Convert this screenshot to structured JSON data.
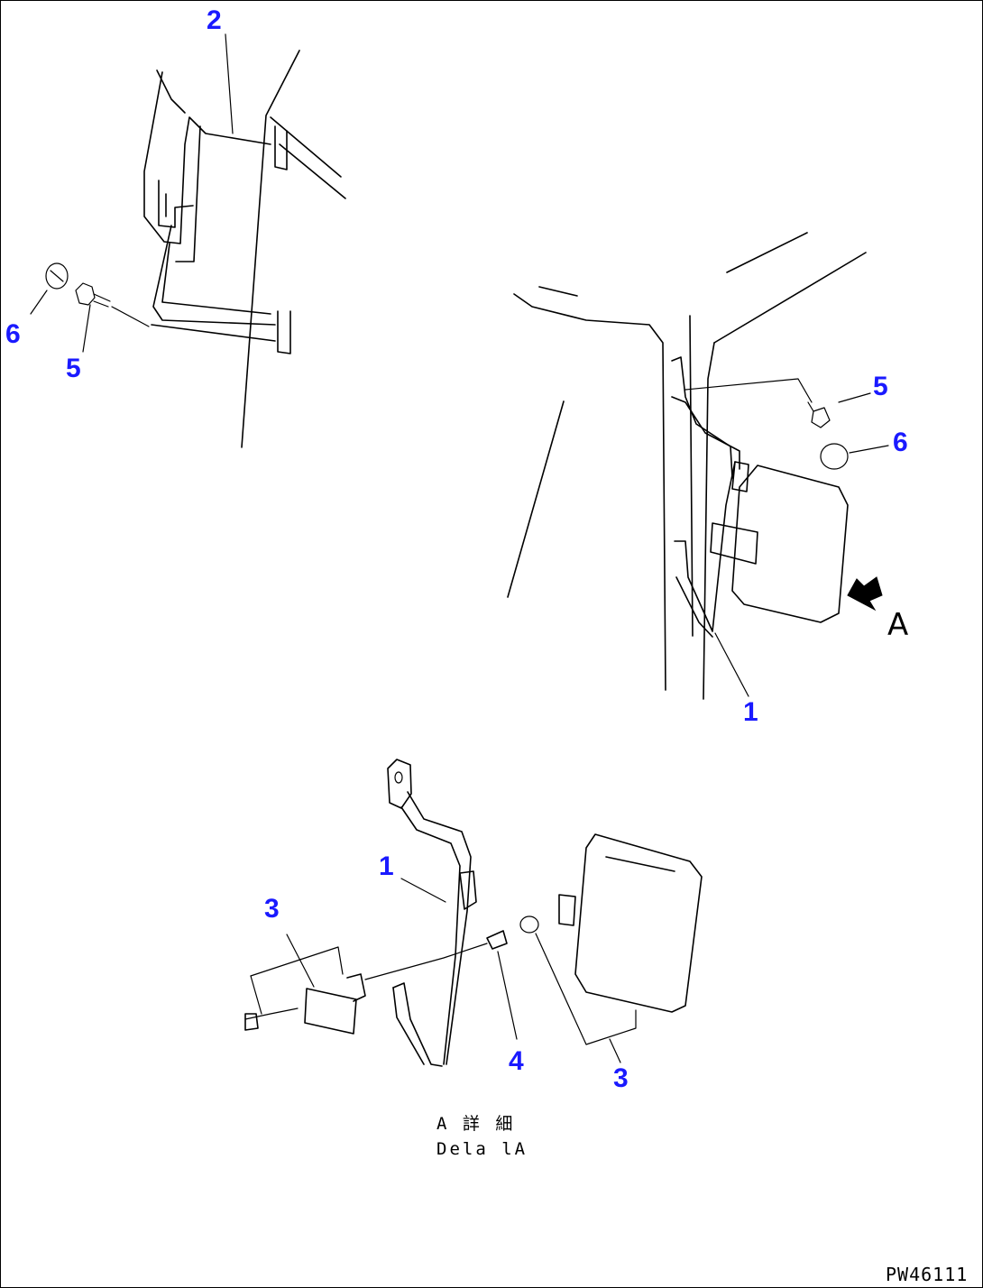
{
  "diagram": {
    "callouts": {
      "left_2": "2",
      "left_5": "5",
      "left_6": "6",
      "right_5": "5",
      "right_6": "6",
      "right_1": "1",
      "detail_1": "1",
      "detail_3_left": "3",
      "detail_3_right": "3",
      "detail_4": "4"
    },
    "view_marker": "A",
    "detail_caption_jp": "A 詳 細",
    "detail_caption_en": "Dela lA",
    "drawing_number": "PW46111"
  },
  "colors": {
    "callout": "#1a1aff",
    "line": "#000000",
    "background": "#ffffff"
  }
}
